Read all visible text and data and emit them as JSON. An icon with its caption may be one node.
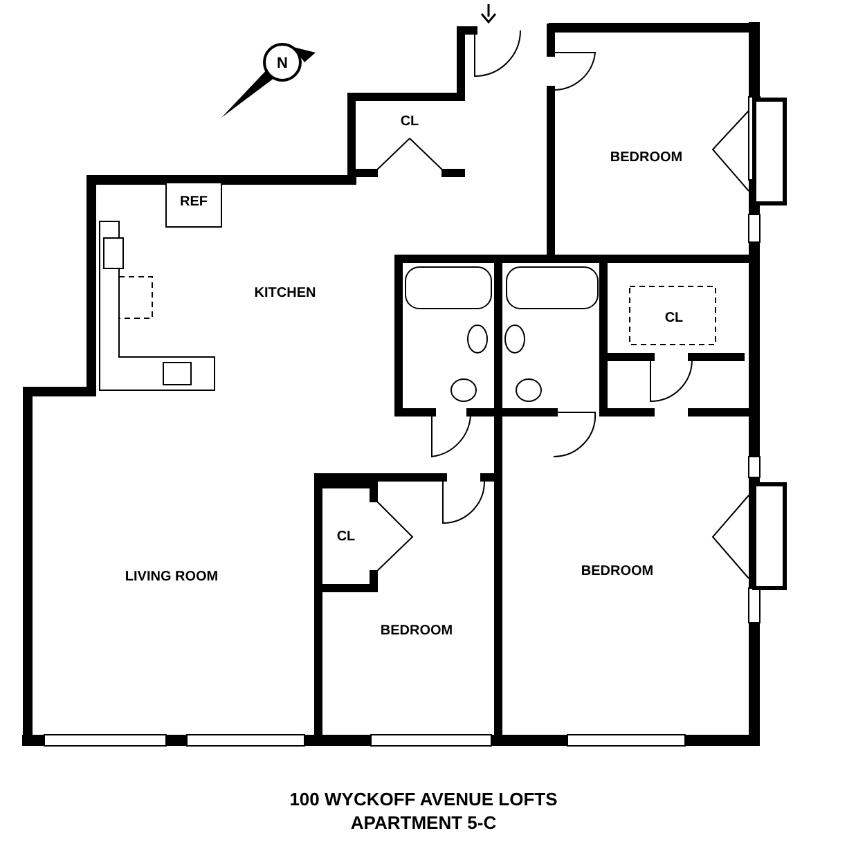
{
  "diagram": {
    "title": "100 WYCKOFF AVENUE LOFTS APARTMENT 5-C",
    "nodes": [
      {
        "text": [
          "CL"
        ]
      },
      {
        "text": [
          "BEDROOM"
        ]
      },
      {
        "text": [
          "KITCHEN"
        ]
      },
      {
        "text": [
          "REF"
        ]
      },
      {
        "text": [
          "CL"
        ]
      },
      {
        "text": [
          "LIVING ROOM"
        ]
      },
      {
        "text": [
          "BEDROOM"
        ]
      },
      {
        "text": [
          "CL"
        ]
      },
      {
        "text": [
          "BEDROOM"
        ]
      }
    ],
    "labels": [
      "N"
    ]
  }
}
